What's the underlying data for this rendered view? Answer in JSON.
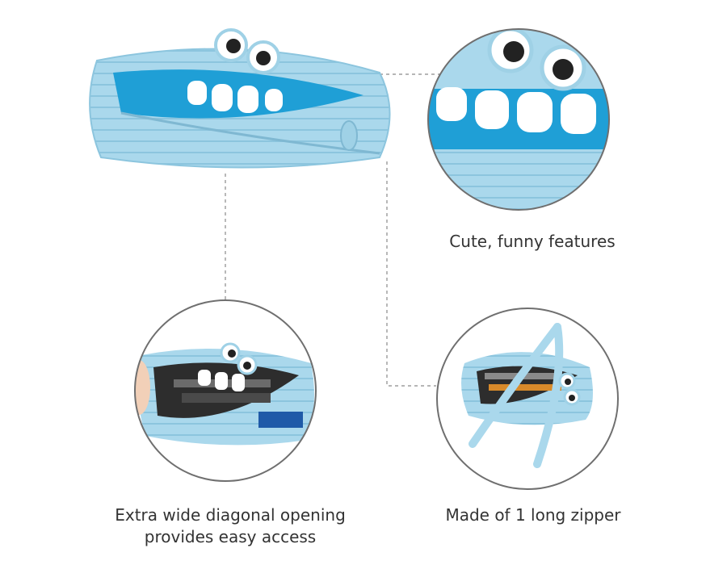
{
  "features": [
    {
      "caption": [
        "Cute, funny features"
      ]
    },
    {
      "caption": [
        "Extra wide diagonal opening",
        "provides easy access"
      ]
    },
    {
      "caption": [
        "Made of 1 long zipper"
      ]
    }
  ],
  "colors": {
    "pouch": "#aad8ec",
    "pouch_dark": "#8cc5de",
    "lining": "#1f9fd6",
    "teeth": "#ffffff",
    "circle_border": "#6f6f6f",
    "leader_line": "#8a8a8a",
    "caption_text": "#333333"
  }
}
